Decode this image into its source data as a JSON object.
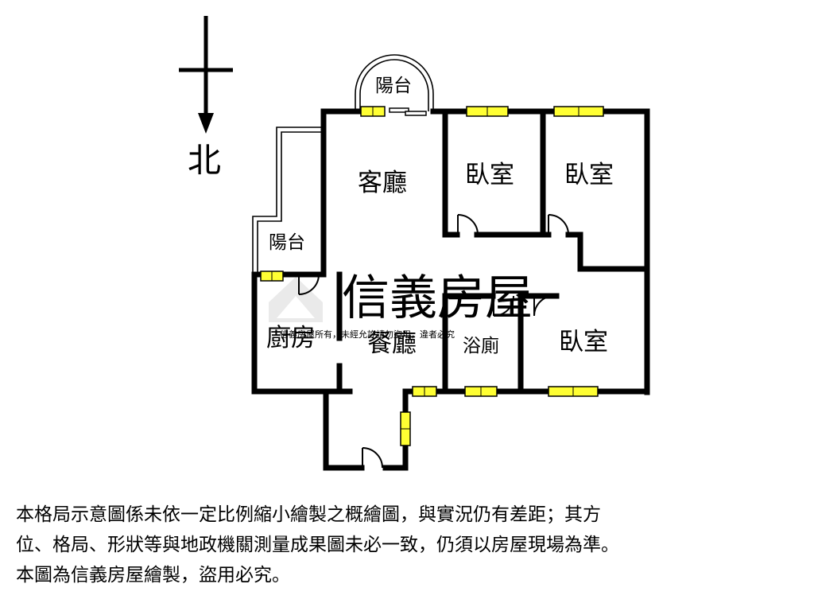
{
  "compass": {
    "north_label": "北"
  },
  "rooms": {
    "living_room": "客廳",
    "bedroom_1": "臥室",
    "bedroom_2": "臥室",
    "bedroom_3": "臥室",
    "dining_room": "餐廳",
    "kitchen": "廚房",
    "bathroom": "浴廁",
    "balcony_north": "陽台",
    "balcony_west": "陽台"
  },
  "watermark": {
    "brand": "信義房屋",
    "notice": "信義房屋所有，未經允許請勿盜用，違者必究"
  },
  "disclaimer": {
    "line1": "本格局示意圖係未依一定比例縮小繪製之概繪圖，與實況仍有差距；其方",
    "line2": "位、格局、形狀等與地政機關測量成果圖未必一致，仍須以房屋現場為準。",
    "line3": "本圖為信義房屋繪製，盜用必究。"
  },
  "colors": {
    "wall": "#000000",
    "window_fill": "#ffff33",
    "watermark": "#c4c4c4"
  }
}
